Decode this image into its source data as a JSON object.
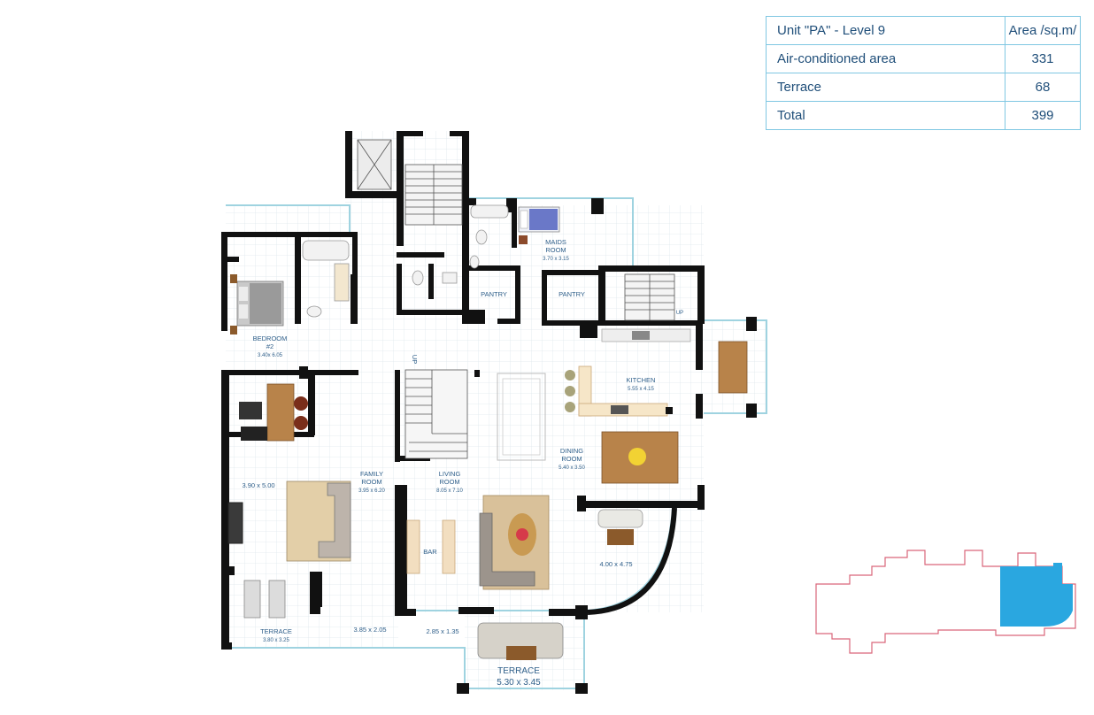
{
  "area_table": {
    "header": {
      "name": "Unit \"PA\" - Level 9",
      "value": "Area /sq.m/"
    },
    "rows": [
      {
        "name": "Air-conditioned area",
        "value": "331"
      },
      {
        "name": "Terrace",
        "value": "68"
      },
      {
        "name": "Total",
        "value": "399"
      }
    ]
  },
  "rooms": {
    "maids_room": {
      "name_line1": "MAIDS",
      "name_line2": "ROOM",
      "size": "3.70 x 3.15"
    },
    "pantry_1": {
      "name": "PANTRY"
    },
    "pantry_2": {
      "name": "PANTRY"
    },
    "bedroom_2": {
      "name_line1": "BEDROOM",
      "name_line2": "#2",
      "size": "3.40x 6.05"
    },
    "kitchen": {
      "name": "KITCHEN",
      "size": "5.55 x 4.15"
    },
    "dining_room": {
      "name_line1": "DINING",
      "name_line2": "ROOM",
      "size": "5.40 x 3.50"
    },
    "family_room": {
      "name_line1": "FAMILY",
      "name_line2": "ROOM",
      "size": "3.95 x 6.20"
    },
    "living_room": {
      "name_line1": "LIVING",
      "name_line2": "ROOM",
      "size": "8.05 x 7.10"
    },
    "study": {
      "size": "3.90 x 5.00"
    },
    "bar": {
      "name": "BAR"
    },
    "lounge": {
      "size": "4.00 x 4.75"
    },
    "terrace_left": {
      "name": "TERRACE",
      "size": "3.80 x 3.25"
    },
    "terrace_mid": {
      "size": "3.85 x 2.05"
    },
    "terrace_small": {
      "size": "2.85 x 1.35"
    },
    "terrace_main": {
      "name": "TERRACE",
      "size": "5.30 x 3.45"
    }
  },
  "stair_labels": {
    "stair_living": "UP",
    "stair_service": "UP"
  },
  "colors": {
    "wall": "#111111",
    "grid": "#dfe7ec",
    "terrace_outline": "#9fd3e0",
    "table_border": "#7fc7e2",
    "table_text": "#1f4e79",
    "label": "#2f5f8a",
    "keyplan_outline": "#d9667a",
    "keyplan_highlight": "#2aa7e0",
    "wood": "#a0713c"
  }
}
